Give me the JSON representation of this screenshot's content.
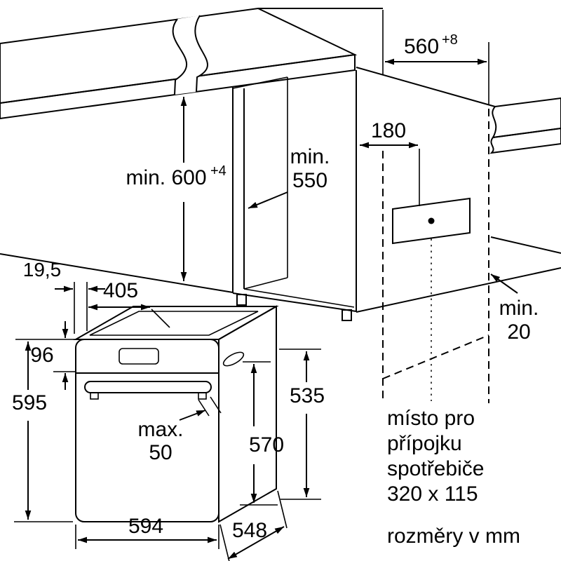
{
  "page": {
    "background": "#ffffff"
  },
  "diagram": {
    "kind": "built-in oven installation drawing",
    "accent_gray": "#e4e4e4",
    "line_color": "#000000",
    "units_note": "rozměry v mm",
    "connection_area_note": {
      "line1": "místo pro",
      "line2": "přípojku",
      "line3": "spotřebiče",
      "line4": "320 x 115"
    },
    "dims": {
      "niche_width": {
        "value": "560",
        "tolerance": "+8"
      },
      "build_in_height": {
        "value": "min. 600",
        "tolerance": "+4"
      },
      "connection_offset": "180",
      "niche_depth": {
        "line1": "min.",
        "line2": "550"
      },
      "rear_clearance": {
        "line1": "min.",
        "line2": "20"
      },
      "front_frame_depth": "19,5",
      "top_recess_depth": "405",
      "panel_height": "96",
      "appliance_height": "595",
      "handle_projection": {
        "line1": "max.",
        "line2": "50"
      },
      "appliance_width": "594",
      "appliance_depth": "548",
      "body_height": "535",
      "rear_body_height": "570"
    }
  }
}
